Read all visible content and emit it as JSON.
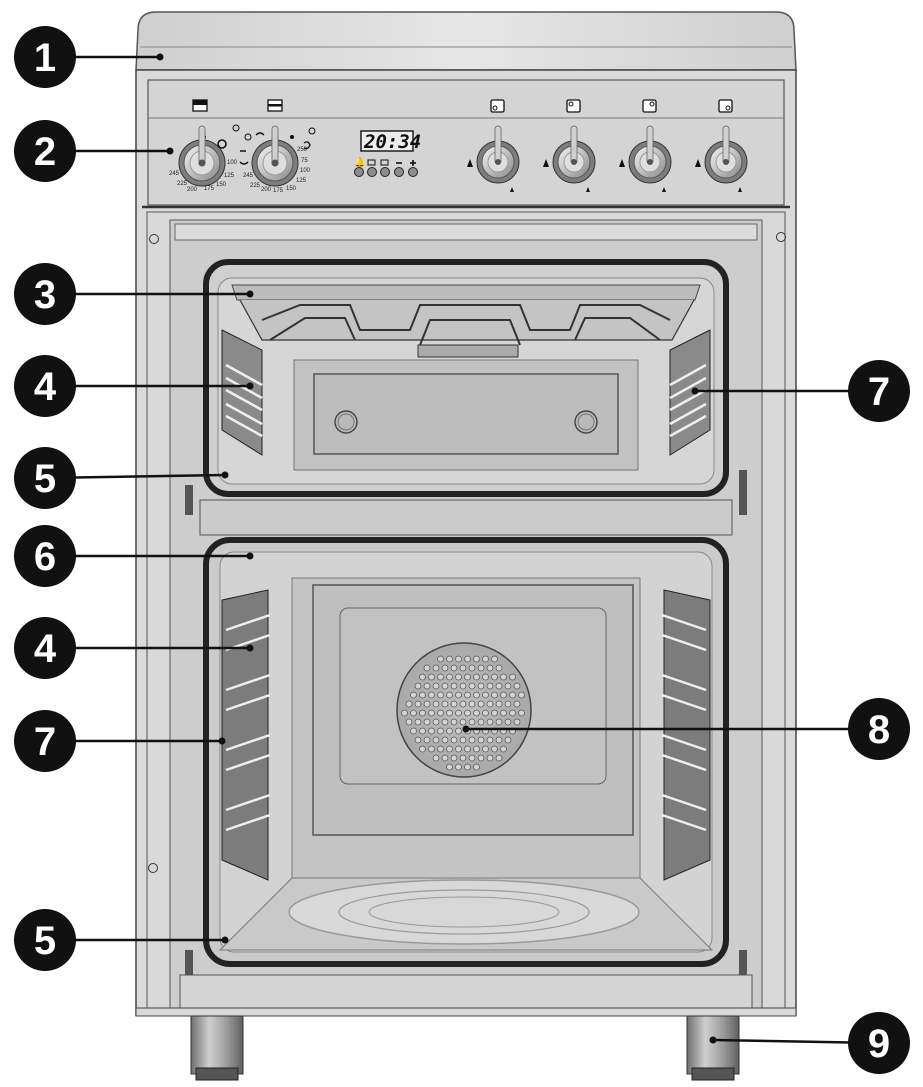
{
  "display": {
    "time": "20:34"
  },
  "left_dial_scale": [
    "245",
    "225",
    "200",
    "175",
    "150",
    "125",
    "100"
  ],
  "right_dial_scale": [
    "250",
    "75",
    "100",
    "125",
    "150",
    "175",
    "200",
    "225",
    "245"
  ],
  "callouts": [
    {
      "id": "callout-1",
      "label": "1"
    },
    {
      "id": "callout-2",
      "label": "2"
    },
    {
      "id": "callout-3",
      "label": "3"
    },
    {
      "id": "callout-4a",
      "label": "4"
    },
    {
      "id": "callout-5a",
      "label": "5"
    },
    {
      "id": "callout-6",
      "label": "6"
    },
    {
      "id": "callout-4b",
      "label": "4"
    },
    {
      "id": "callout-7a",
      "label": "7"
    },
    {
      "id": "callout-5b",
      "label": "5"
    },
    {
      "id": "callout-7b",
      "label": "7"
    },
    {
      "id": "callout-8",
      "label": "8"
    },
    {
      "id": "callout-9",
      "label": "9"
    }
  ],
  "colors": {
    "stainless": "#dcdcdc",
    "panel": "#d2d2d2",
    "cavity": "#c8c8c8",
    "callout": "#111111"
  }
}
